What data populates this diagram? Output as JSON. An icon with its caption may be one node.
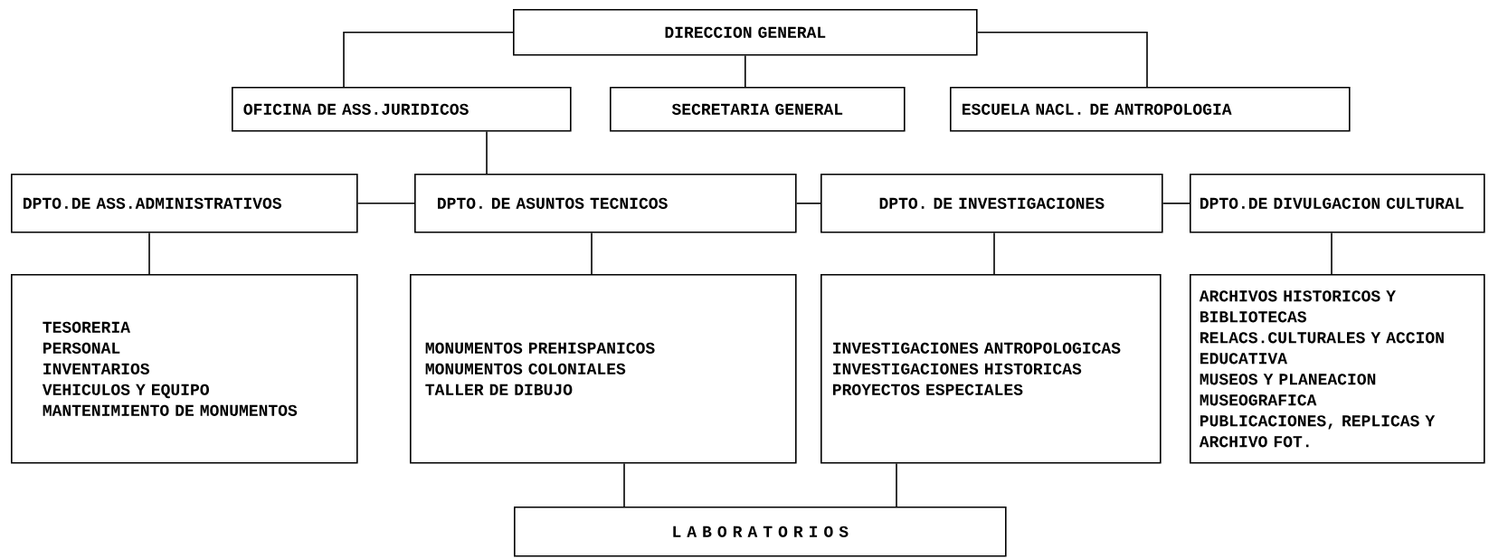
{
  "diagram": {
    "nodes": [
      {
        "text": [
          "DIRECCION GENERAL"
        ]
      },
      {
        "text": [
          "OFICINA DE ASS.JURIDICOS"
        ]
      },
      {
        "text": [
          "SECRETARIA GENERAL"
        ]
      },
      {
        "text": [
          "ESCUELA NACL. DE ANTROPOLOGIA"
        ]
      },
      {
        "text": [
          "DPTO.DE ASS.ADMINISTRATIVOS"
        ]
      },
      {
        "text": [
          "DPTO. DE ASUNTOS TECNICOS"
        ]
      },
      {
        "text": [
          "DPTO. DE INVESTIGACIONES"
        ]
      },
      {
        "text": [
          "DPTO.DE DIVULGACION CULTURAL"
        ]
      },
      {
        "text": [
          "TESORERIA",
          "PERSONAL",
          "INVENTARIOS",
          "VEHICULOS Y EQUIPO",
          "MANTENIMIENTO DE MONUMENTOS"
        ]
      },
      {
        "text": [
          "MONUMENTOS PREHISPANICOS",
          "MONUMENTOS COLONIALES",
          "TALLER DE DIBUJO"
        ]
      },
      {
        "text": [
          "INVESTIGACIONES ANTROPOLOGICAS",
          "INVESTIGACIONES HISTORICAS",
          "PROYECTOS ESPECIALES"
        ]
      },
      {
        "text": [
          "ARCHIVOS HISTORICOS Y BIBLIOTECAS",
          "RELACS.CULTURALES Y ACCION EDUCATIVA",
          "MUSEOS Y PLANEACION MUSEOGRAFICA",
          "PUBLICACIONES, REPLICAS Y ARCHIVO FOT."
        ]
      },
      {
        "text": [
          "L A B O R A T O R I O S"
        ]
      }
    ],
    "edges": [
      {
        "from": 0,
        "to": 1,
        "arrow": "none"
      },
      {
        "from": 0,
        "to": 2,
        "arrow": "none"
      },
      {
        "from": 0,
        "to": 3,
        "arrow": "none"
      },
      {
        "from": 1,
        "to": 5,
        "arrow": "none"
      },
      {
        "from": 4,
        "to": 5,
        "arrow": "none"
      },
      {
        "from": 5,
        "to": 6,
        "arrow": "none"
      },
      {
        "from": 6,
        "to": 7,
        "arrow": "none"
      },
      {
        "from": 4,
        "to": 8,
        "arrow": "none"
      },
      {
        "from": 5,
        "to": 9,
        "arrow": "none"
      },
      {
        "from": 6,
        "to": 10,
        "arrow": "none"
      },
      {
        "from": 7,
        "to": 11,
        "arrow": "none"
      },
      {
        "from": 9,
        "to": 12,
        "arrow": "none"
      },
      {
        "from": 10,
        "to": 12,
        "arrow": "none"
      }
    ]
  }
}
